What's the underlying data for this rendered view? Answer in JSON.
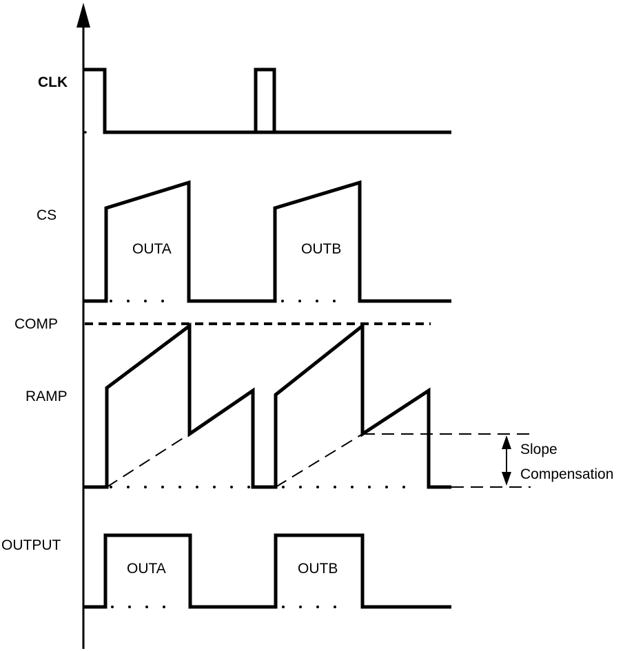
{
  "signals": {
    "clk": "CLK",
    "cs": "CS",
    "comp": "COMP",
    "ramp": "RAMP",
    "output": "OUTPUT"
  },
  "pulse_labels": {
    "cs_a": "OUTA",
    "cs_b": "OUTB",
    "out_a": "OUTA",
    "out_b": "OUTB"
  },
  "annotation": {
    "line1": "Slope",
    "line2": "Compensation"
  }
}
